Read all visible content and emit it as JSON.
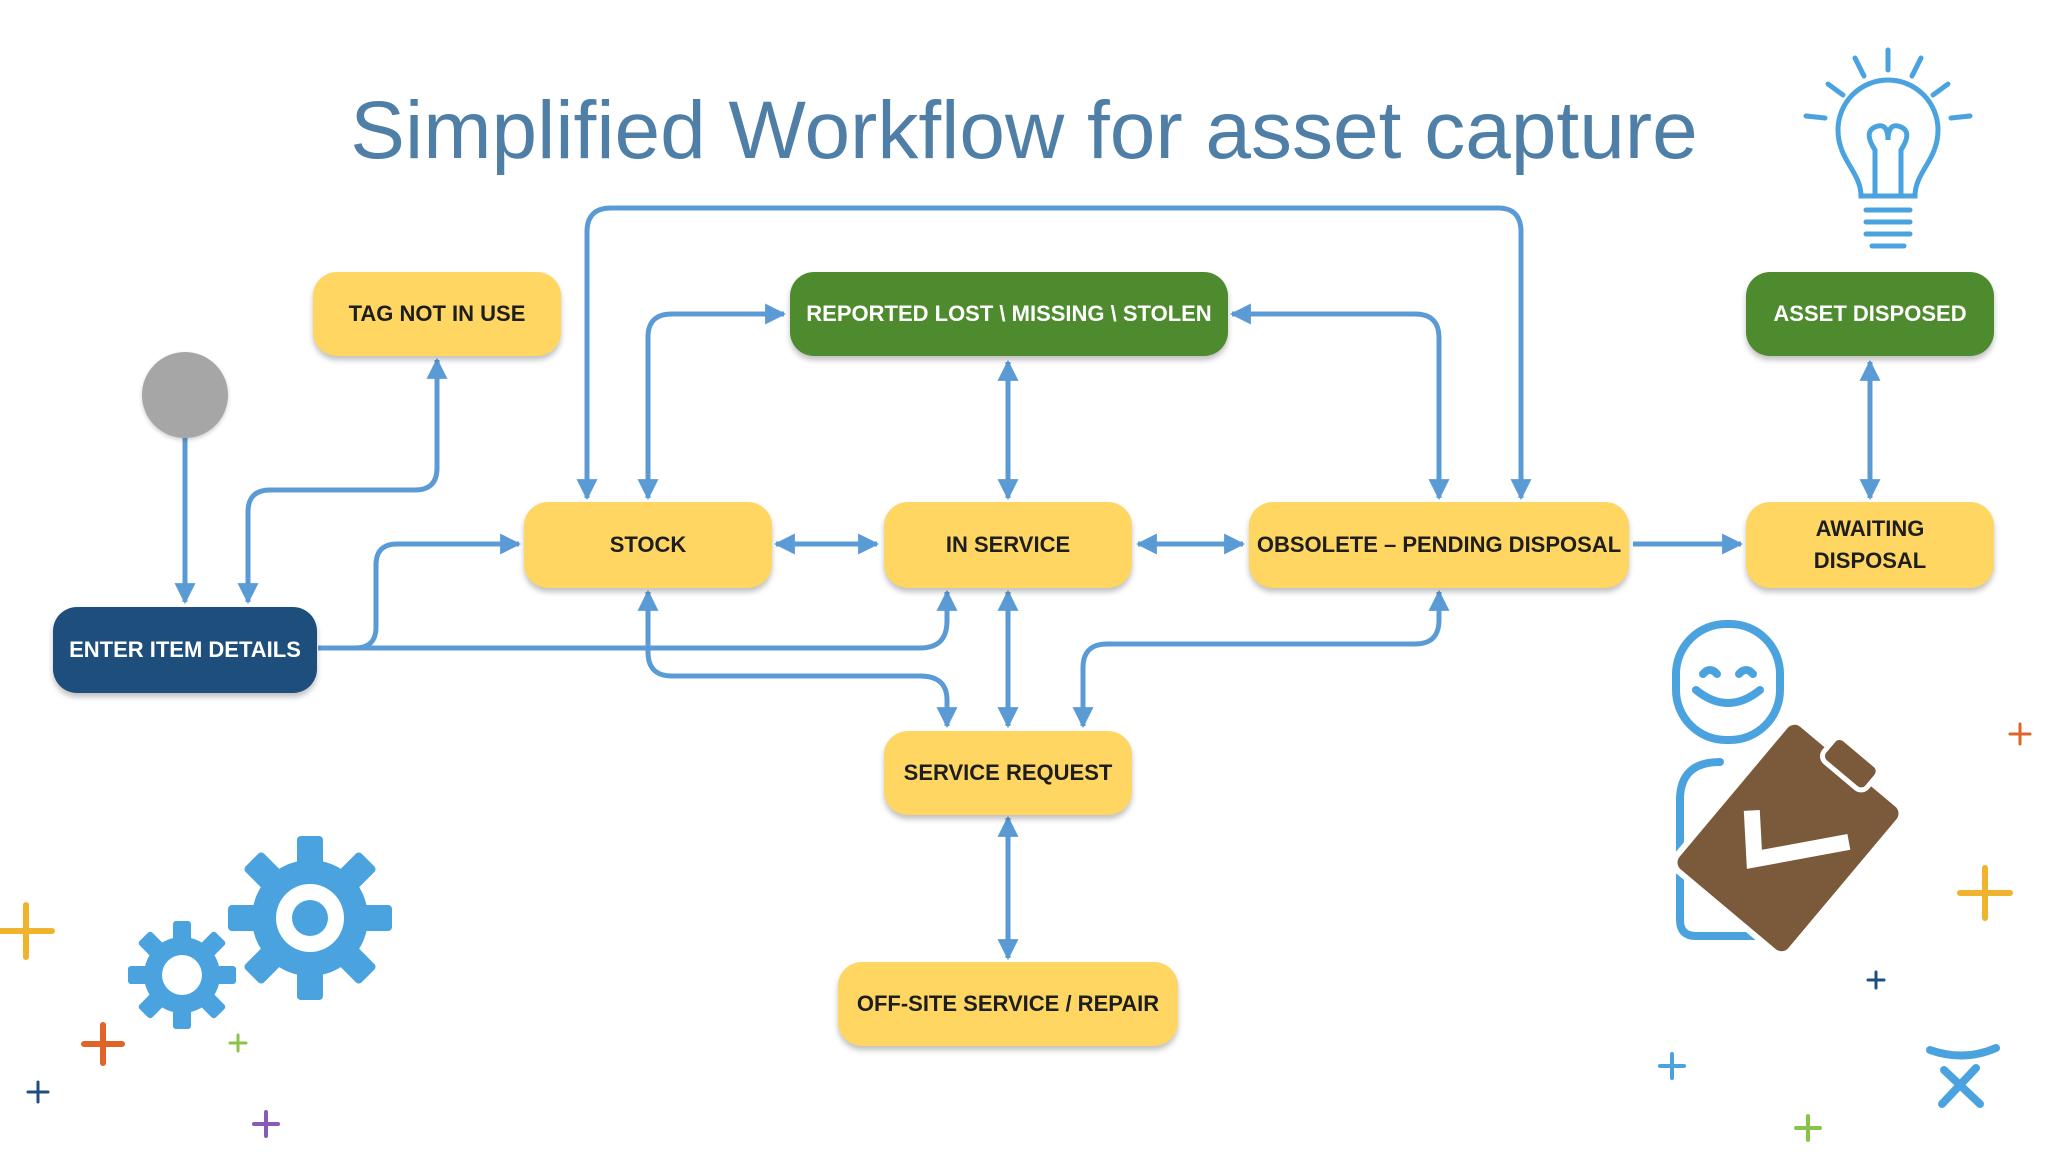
{
  "title": "Simplified Workflow for asset capture",
  "colors": {
    "title": "#4f7fa6",
    "arrow": "#5b9bd5",
    "node_yellow": "#fed661",
    "node_green": "#4e8b2e",
    "node_navy": "#1e4f7c",
    "start_node": "#a6a6a6"
  },
  "nodes": {
    "tag_not_in_use": "TAG NOT IN USE",
    "reported_lost": "REPORTED LOST \\ MISSING \\ STOLEN",
    "asset_disposed": "ASSET DISPOSED",
    "stock": "STOCK",
    "in_service": "IN SERVICE",
    "obsolete": "OBSOLETE – PENDING DISPOSAL",
    "awaiting_disposal": [
      "AWAITING",
      "DISPOSAL"
    ],
    "enter_item_details": "ENTER ITEM DETAILS",
    "service_request": "SERVICE REQUEST",
    "offsite_service": "OFF-SITE SERVICE / REPAIR"
  },
  "decorations": {
    "icons": [
      "lightbulb-icon",
      "gears-icon",
      "person-clipboard-icon",
      "atlassian-logo-icon",
      "plus-sparkle-icon"
    ]
  }
}
